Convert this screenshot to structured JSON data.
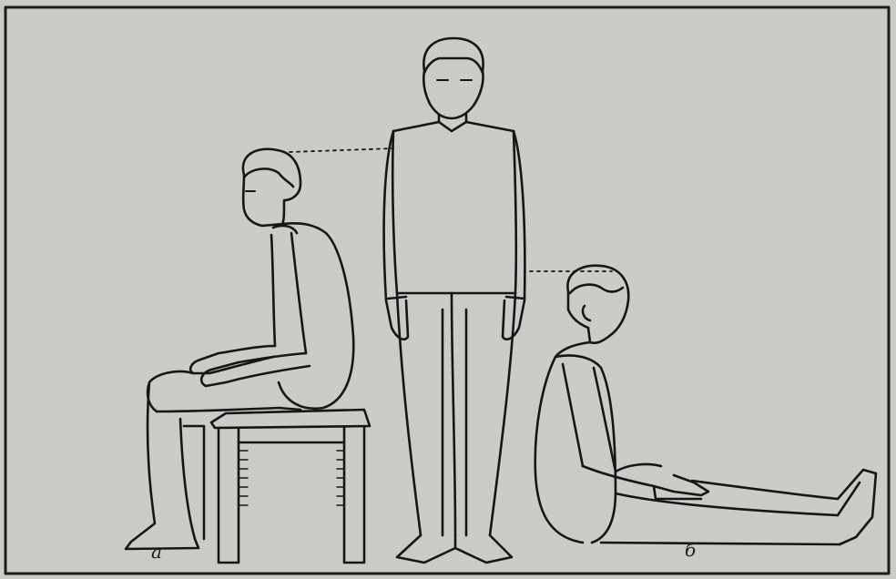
{
  "labels": {
    "a": "a",
    "b": "б"
  },
  "colors": {
    "paper": "#cbcbc8",
    "ink": "#161616",
    "frame": "#1c1c1c"
  },
  "figures": [
    "seated-on-stool",
    "standing-front",
    "seated-on-floor"
  ]
}
